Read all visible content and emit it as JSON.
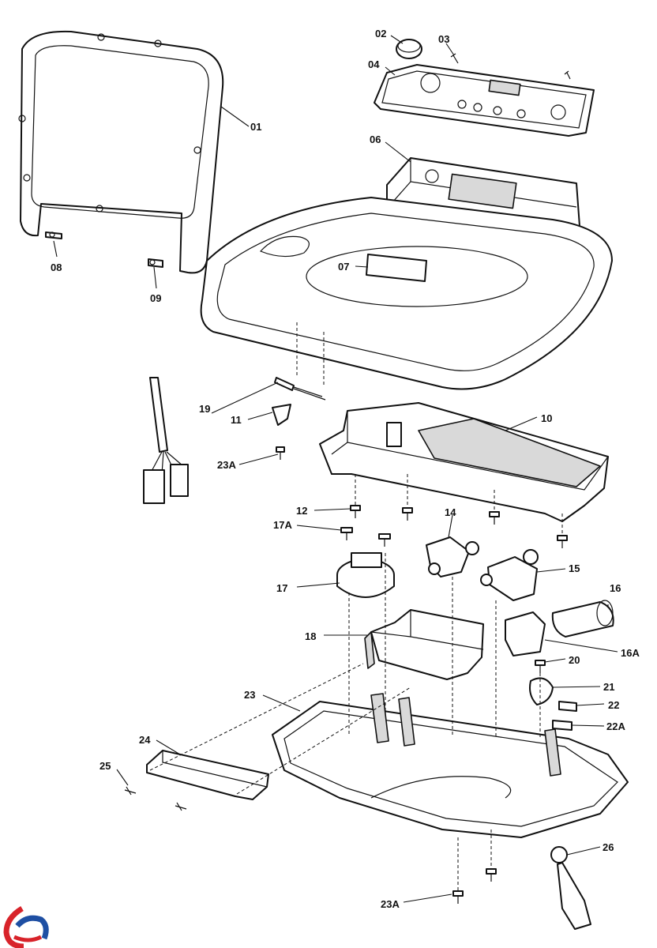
{
  "labels": {
    "l01": "01",
    "l02": "02",
    "l03": "03",
    "l04": "04",
    "l06": "06",
    "l07": "07",
    "l08": "08",
    "l09": "09",
    "l10": "10",
    "l11": "11",
    "l12": "12",
    "l14": "14",
    "l15": "15",
    "l16": "16",
    "l16a": "16A",
    "l17": "17",
    "l17a": "17A",
    "l18": "18",
    "l19": "19",
    "l20": "20",
    "l21": "21",
    "l22": "22",
    "l22a": "22A",
    "l23": "23",
    "l23a_top": "23A",
    "l23a_bottom": "23A",
    "l24": "24",
    "l25": "25",
    "l26": "26"
  },
  "brand": {
    "logo_icon": "brand-swirl-logo-icon",
    "colors": {
      "red": "#d8232a",
      "blue": "#1e4fa3"
    }
  }
}
